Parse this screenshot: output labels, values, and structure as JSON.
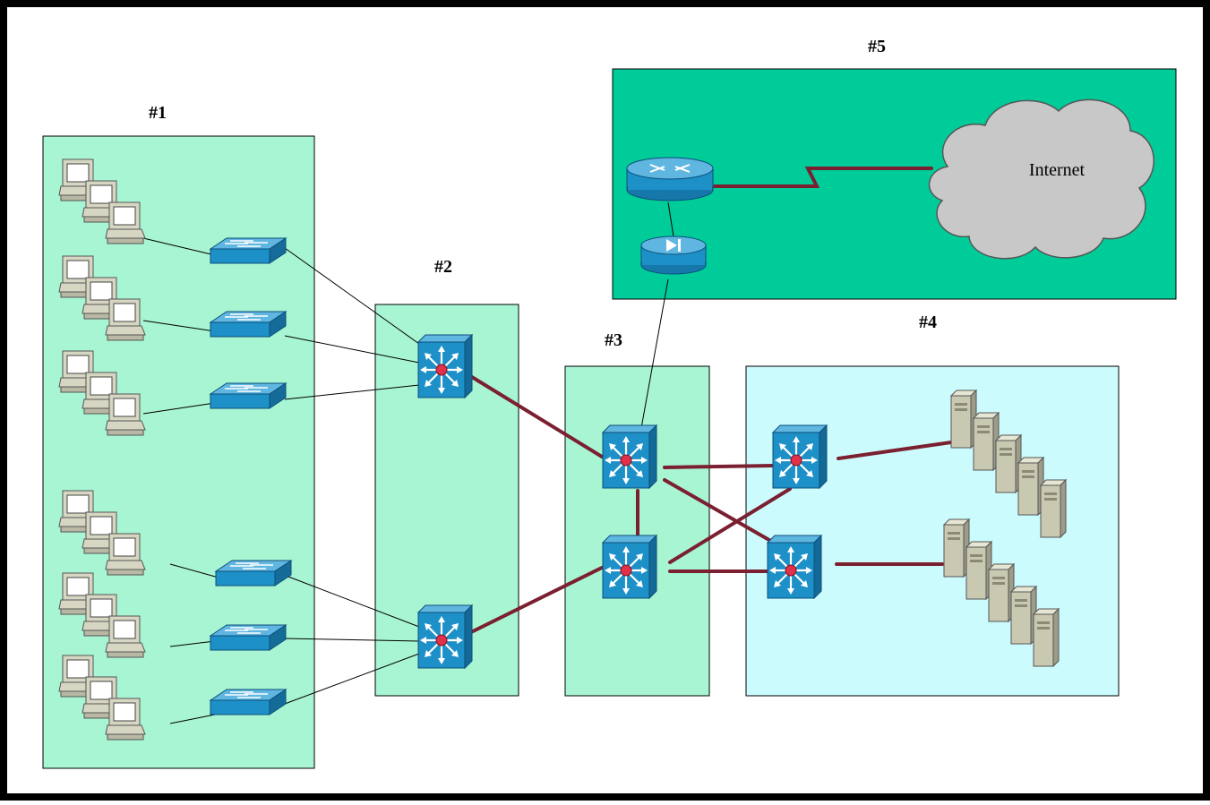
{
  "zones": {
    "z1": {
      "label": "#1"
    },
    "z2": {
      "label": "#2"
    },
    "z3": {
      "label": "#3"
    },
    "z4": {
      "label": "#4"
    },
    "z5": {
      "label": "#5"
    }
  },
  "internet": {
    "label": "Internet"
  },
  "colors": {
    "border": "#000000",
    "access_zone": "#a8f5d3",
    "core_zone": "#a8f5d3",
    "server_zone": "#ccfbfd",
    "edge_zone": "#00cc99",
    "device_blue": "#1e90c8",
    "trunk_link": "#7a2030",
    "access_link": "#000000",
    "cloud": "#c8c8c8"
  }
}
